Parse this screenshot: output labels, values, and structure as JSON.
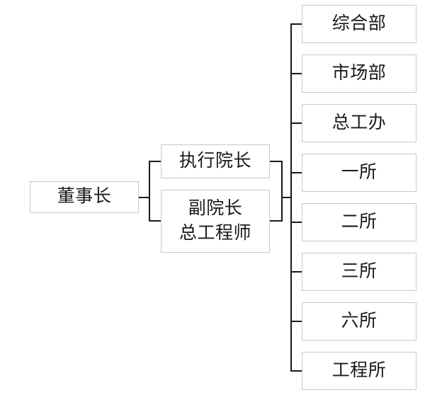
{
  "diagram": {
    "type": "organization-chart",
    "title": "",
    "orientation": "left-to-right",
    "colors": {
      "background": "#ffffff",
      "box_border": "#c9c9c9",
      "box_fill": "#ffffff",
      "text": "#1a1a1a",
      "connector": "#1a1a1a"
    },
    "levels": [
      {
        "level": 1,
        "name": "board",
        "nodes": [
          {
            "id": "chairman",
            "label": "董事长",
            "lines": [
              "董事长"
            ]
          }
        ]
      },
      {
        "level": 2,
        "name": "executive",
        "nodes": [
          {
            "id": "exec-dean",
            "label": "执行院长",
            "lines": [
              "执行院长"
            ]
          },
          {
            "id": "vice-dean-chief-engineer",
            "label": "副院长 总工程师",
            "lines": [
              "副院长",
              "总工程师"
            ]
          }
        ]
      },
      {
        "level": 3,
        "name": "departments",
        "nodes": [
          {
            "id": "dept-general",
            "label": "综合部",
            "lines": [
              "综合部"
            ]
          },
          {
            "id": "dept-market",
            "label": "市场部",
            "lines": [
              "市场部"
            ]
          },
          {
            "id": "dept-chief-engineer-office",
            "label": "总工办",
            "lines": [
              "总工办"
            ]
          },
          {
            "id": "dept-institute-1",
            "label": "一所",
            "lines": [
              "一所"
            ]
          },
          {
            "id": "dept-institute-2",
            "label": "二所",
            "lines": [
              "二所"
            ]
          },
          {
            "id": "dept-institute-3",
            "label": "三所",
            "lines": [
              "三所"
            ]
          },
          {
            "id": "dept-institute-6",
            "label": "六所",
            "lines": [
              "六所"
            ]
          },
          {
            "id": "dept-engineering",
            "label": "工程所",
            "lines": [
              "工程所"
            ]
          }
        ]
      }
    ]
  }
}
